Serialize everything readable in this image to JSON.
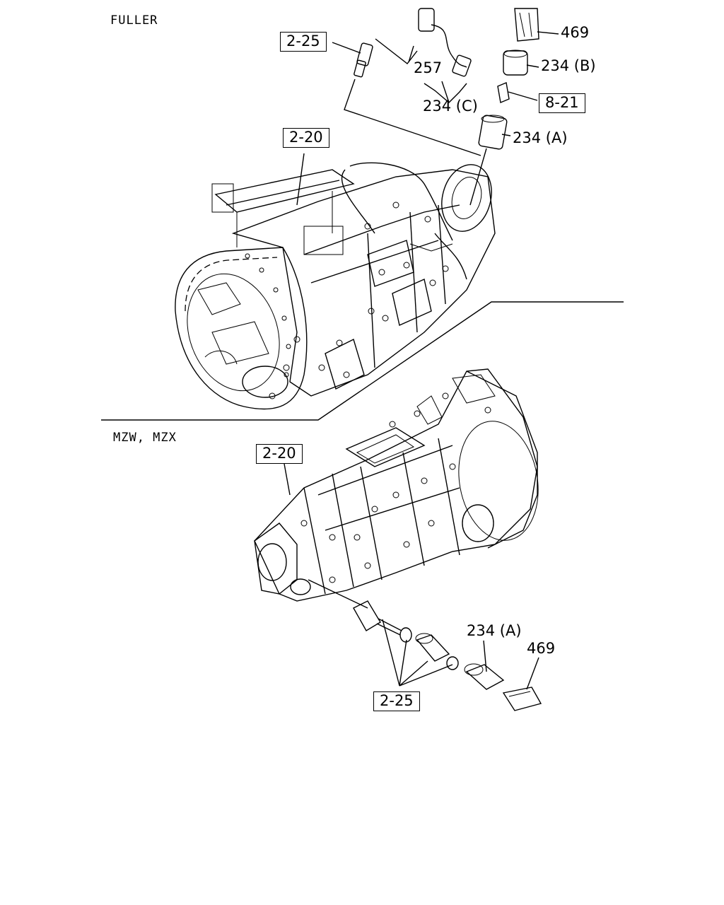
{
  "sections": {
    "fuller": "FULLER",
    "mzw_mzx": "MZW, MZX"
  },
  "refs": {
    "r_2_25_top": "2-25",
    "r_2_20_top": "2-20",
    "r_8_21": "8-21",
    "r_2_20_bottom": "2-20",
    "r_2_25_bottom": "2-25"
  },
  "parts": {
    "p469_top": "469",
    "p234b": "234 (B)",
    "p257": "257",
    "p234c": "234 (C)",
    "p234a_top": "234 (A)",
    "p234a_bottom": "234 (A)",
    "p469_bottom": "469"
  }
}
